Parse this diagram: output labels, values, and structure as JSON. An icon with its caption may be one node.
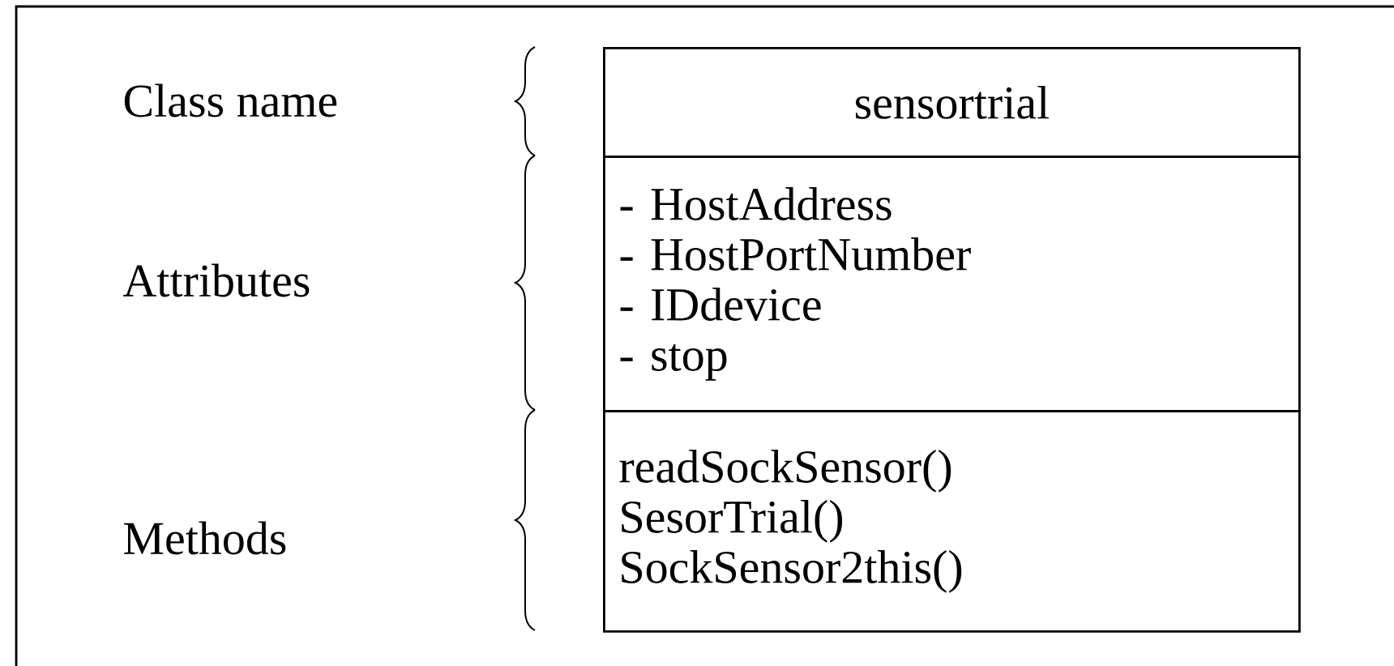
{
  "diagram": {
    "nodes": [
      {
        "text": [
          "sensortrial"
        ]
      },
      {
        "text": [
          "- HostAddress",
          "- HostPortNumber",
          "- IDdevice",
          "- stop"
        ]
      },
      {
        "text": [
          "readSockSensor()",
          "SesorTrial()",
          "SockSensor2this()"
        ]
      }
    ],
    "labels": [
      "Class name",
      "Attributes",
      "Methods"
    ]
  }
}
